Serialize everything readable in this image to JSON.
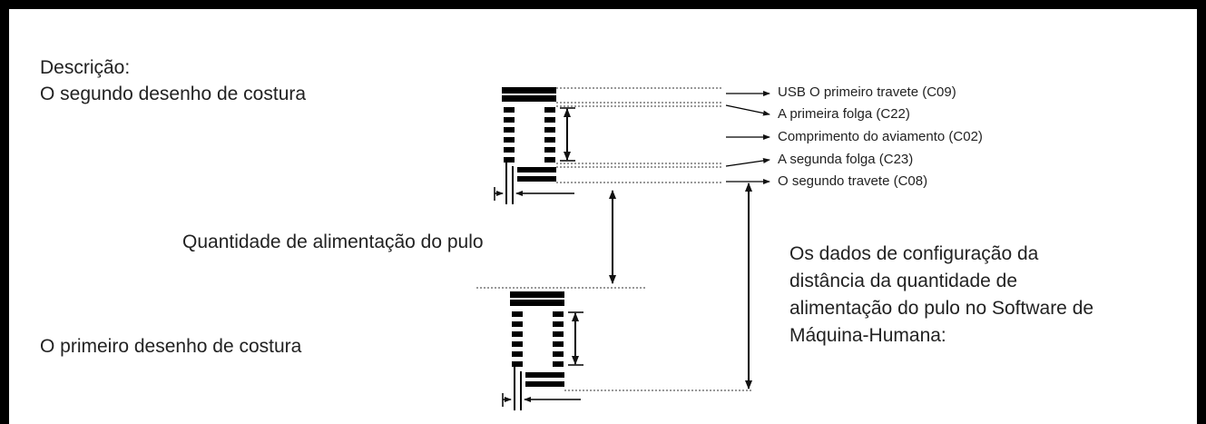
{
  "texts": {
    "descricao": "Descrição:",
    "segundo_desenho": "O segundo desenho de costura",
    "primeiro_desenho": "O primeiro desenho de costura",
    "quantidade": "Quantidade de alimentação do pulo",
    "nota": "Os dados de configuração da distância da quantidade de alimentação do pulo no Software de Máquina-Humana:"
  },
  "labels": [
    "USB O primeiro travete (C09)",
    "A primeira folga (C22)",
    "Comprimento do aviamento (C02)",
    "A segunda folga (C23)",
    "O segundo travete (C08)"
  ]
}
